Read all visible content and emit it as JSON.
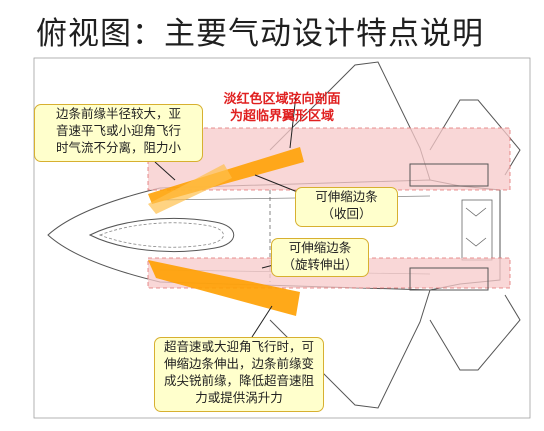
{
  "title": "俯视图：主要气动设计特点说明",
  "red_label": [
    "淡红色区域弦向剖面",
    "为超临界翼形区域"
  ],
  "callouts": {
    "leading_edge": [
      "边条前缘半径较大，亚",
      "音速平飞或小迎角飞行",
      "时气流不分离，阻力小"
    ],
    "retract": [
      "可伸缩边条",
      "（收回）"
    ],
    "rotate": [
      "可伸缩边条",
      "（旋转伸出）"
    ],
    "supersonic": [
      "超音速或大迎角飞行时，可",
      "伸缩边条伸出，边条前缘变",
      "成尖锐前缘，降低超音速阻",
      "力或提供涡升力"
    ]
  },
  "colors": {
    "pink_region": "#f7c9c9",
    "pink_border": "#e07070",
    "strake": "#ffa000",
    "callout_bg": "#ffffcc",
    "callout_border": "#d7b030",
    "red_text": "#e02020"
  }
}
